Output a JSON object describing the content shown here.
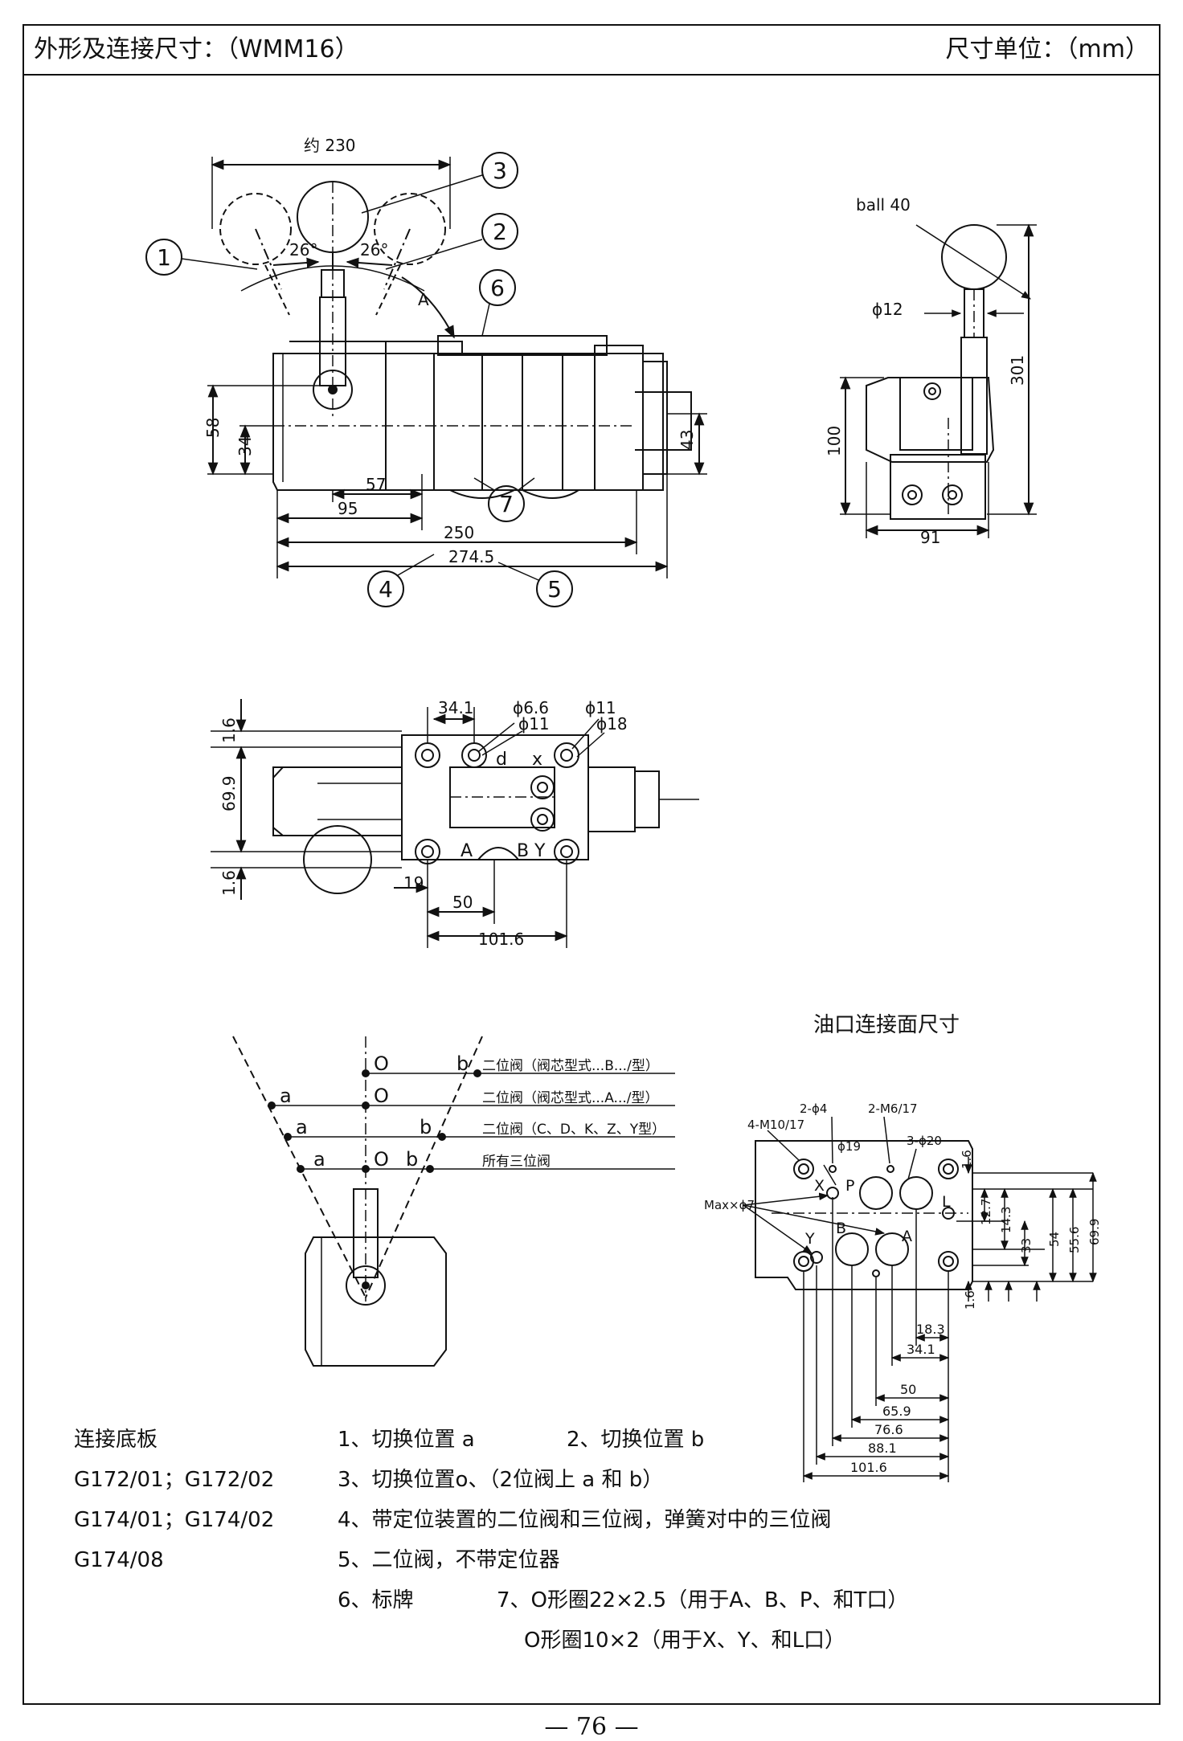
{
  "header": {
    "title": "外形及连接尺寸：（WMM16）",
    "unit": "尺寸单位：（mm）"
  },
  "front_view": {
    "approx_230": "约 230",
    "deg_left": "26°",
    "deg_right": "26°",
    "arrow_a": "A",
    "dim_58": "58",
    "dim_34": "34",
    "dim_43": "43",
    "dim_57": "57",
    "dim_95": "95",
    "dim_250": "250",
    "dim_274_5": "274.5",
    "callouts": [
      "1",
      "2",
      "3",
      "4",
      "5",
      "6",
      "7"
    ]
  },
  "side_view": {
    "ball": "ball 40",
    "dia_12": "ϕ12",
    "dim_301": "301",
    "dim_100": "100",
    "dim_91": "91"
  },
  "top_view": {
    "dim_1_6_top": "1.6",
    "dim_69_9": "69.9",
    "dim_1_6_bottom": "1.6",
    "dim_34_1": "34.1",
    "dia_6_6": "ϕ6.6",
    "dia_11_a": "ϕ11",
    "dia_11_b": "ϕ11",
    "dia_18": "ϕ18",
    "port_d": "d",
    "port_x": "x",
    "port_a": "A",
    "port_b": "B",
    "port_y": "Y",
    "dim_19": "19",
    "dim_50": "50",
    "dim_101_6": "101.6"
  },
  "positions": {
    "rows": [
      {
        "labels": [
          "O",
          "b"
        ],
        "desc": "二位阀（阀芯型式...B.../型）"
      },
      {
        "labels": [
          "a",
          "O"
        ],
        "desc": "二位阀（阀芯型式...A.../型）"
      },
      {
        "labels": [
          "a",
          "b"
        ],
        "desc": "二位阀（C、D、K、Z、Y型）"
      },
      {
        "labels": [
          "a",
          "O",
          "b"
        ],
        "desc": "所有三位阀"
      }
    ]
  },
  "port_face": {
    "title": "油口连接面尺寸",
    "m10": "4-M10/17",
    "d4": "2-ϕ4",
    "m6": "2-M6/17",
    "d19": "ϕ19",
    "d20": "3-ϕ20",
    "max7": "Max×ϕ7",
    "port_x": "X",
    "port_p": "P",
    "port_l": "L",
    "port_y": "Y",
    "port_b": "B",
    "port_a": "A",
    "v_dims": [
      "1.6",
      "12.7",
      "14.3",
      "33",
      "54",
      "55.6",
      "69.9",
      "1.6"
    ],
    "h_dims": [
      "18.3",
      "34.1",
      "50",
      "65.9",
      "76.6",
      "88.1",
      "101.6"
    ]
  },
  "legend": {
    "subplate_title": "连接底板",
    "subplates": [
      "G172/01；G172/02",
      "G174/01；G174/02",
      "G174/08"
    ],
    "item1": "1、切换位置 a",
    "item2": "2、切换位置 b",
    "item3": "3、切换位置o、（2位阀上 a 和 b）",
    "item4": "4、带定位装置的二位阀和三位阀，弹簧对中的三位阀",
    "item5": "5、二位阀，不带定位器",
    "item6": "6、标牌",
    "item7a": "7、O形圈22×2.5（用于A、B、P、和T口）",
    "item7b": "O形圈10×2（用于X、Y、和L口）"
  },
  "page_number": "— 76 —"
}
